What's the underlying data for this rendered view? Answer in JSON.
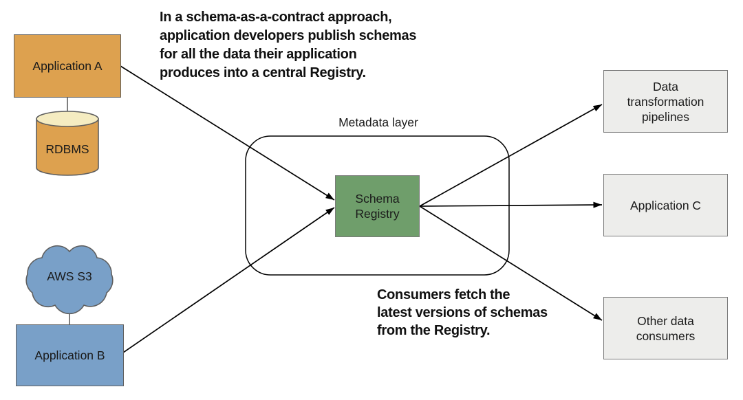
{
  "colors": {
    "orange": "#DDA14F",
    "cream": "#F5ECC1",
    "blue": "#79A0C8",
    "green": "#6F9E6B",
    "gray_fill": "#EDEDEB",
    "gray_border": "#7A7A7A",
    "shape_border": "#5F5F5F",
    "line": "#000000",
    "text": "#1A1A1A"
  },
  "annotations": {
    "publish": "In a schema-as-a-contract approach,\napplication developers publish schemas\nfor all the data their application\nproduces into a central Registry.",
    "consume": "Consumers fetch the\nlatest versions of schemas\nfrom the Registry."
  },
  "metadata_layer": {
    "label": "Metadata layer"
  },
  "sources": {
    "app_a": {
      "label": "Application A"
    },
    "rdbms": {
      "label": "RDBMS"
    },
    "aws_s3": {
      "label": "AWS S3"
    },
    "app_b": {
      "label": "Application B"
    }
  },
  "registry": {
    "label": "Schema Registry"
  },
  "consumers": {
    "pipelines": {
      "label": "Data transformation pipelines"
    },
    "app_c": {
      "label": "Application C"
    },
    "other": {
      "label": "Other data consumers"
    }
  }
}
